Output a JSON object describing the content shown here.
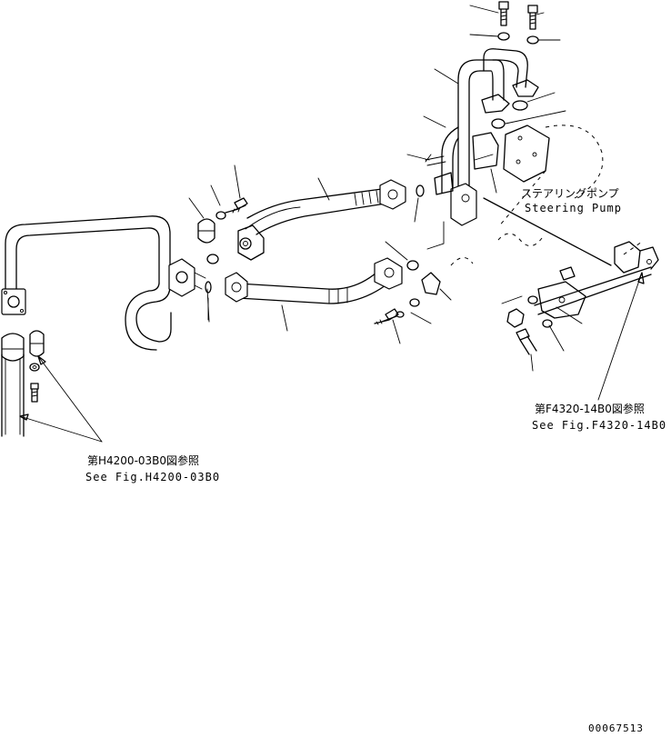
{
  "labels": {
    "steering_pump_jp": "ステアリングポンプ",
    "steering_pump_en": "Steering Pump",
    "ref_f4320_jp": "第F4320-14B0図参照",
    "ref_f4320_en": "See Fig.F4320-14B0",
    "ref_h4200_jp": "第H4200-03B0図参照",
    "ref_h4200_en": "See Fig.H4200-03B0",
    "drawing_number": "00067513"
  },
  "colors": {
    "line": "#000000",
    "background": "#ffffff"
  }
}
